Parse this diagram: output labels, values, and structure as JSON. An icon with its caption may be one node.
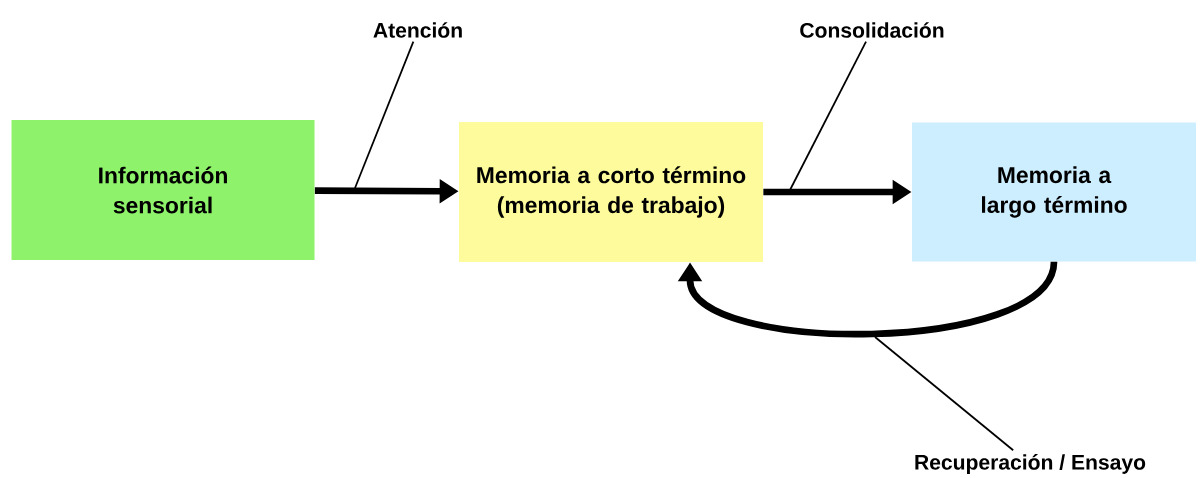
{
  "diagram": {
    "nodes": [
      {
        "text": [
          "Información sensorial"
        ]
      },
      {
        "text": [
          "Memoria a corto término (memoria de trabajo)"
        ]
      },
      {
        "text": [
          "Memoria a largo término"
        ]
      },
      {
        "text": [
          "Atención"
        ]
      },
      {
        "text": [
          "Consolidación"
        ]
      },
      {
        "text": [
          "Recuperación / Ensayo"
        ]
      }
    ],
    "edges": [
      {
        "from": 0,
        "to": 1,
        "arrow": "to",
        "style": "thick"
      },
      {
        "from": 1,
        "to": 2,
        "arrow": "to",
        "style": "thick"
      },
      {
        "from": 2,
        "to": 1,
        "arrow": "to",
        "style": "thick"
      },
      {
        "from": 3,
        "to": null,
        "arrow": "none"
      },
      {
        "from": 4,
        "to": null,
        "arrow": "none"
      },
      {
        "from": 5,
        "to": null,
        "arrow": "none"
      }
    ]
  }
}
